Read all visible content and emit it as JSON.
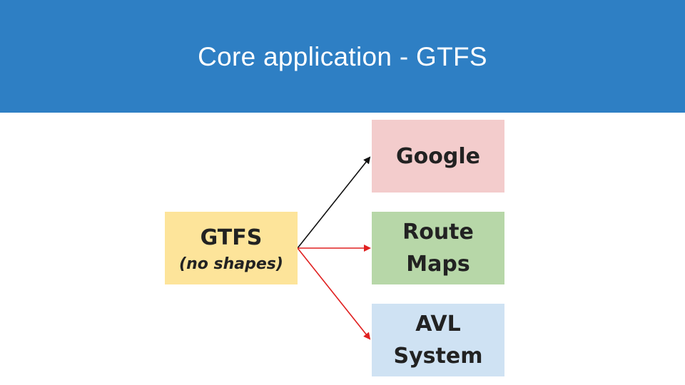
{
  "title": "Core application - GTFS",
  "nodes": {
    "source": {
      "line1": "GTFS",
      "sub": "(no shapes)",
      "color": "#fde49a"
    },
    "google": {
      "line1": "Google",
      "color": "#f3cccc"
    },
    "route_maps": {
      "line1": "Route",
      "line2": "Maps",
      "color": "#b7d7a8"
    },
    "avl_system": {
      "line1": "AVL",
      "line2": "System",
      "color": "#cfe2f3"
    }
  },
  "edges": [
    {
      "from": "source",
      "to": "google",
      "color": "#111111"
    },
    {
      "from": "source",
      "to": "route_maps",
      "color": "#e02020"
    },
    {
      "from": "source",
      "to": "avl_system",
      "color": "#e02020"
    }
  ],
  "colors": {
    "title_bar": "#2e7fc4",
    "title_text": "#ffffff"
  }
}
